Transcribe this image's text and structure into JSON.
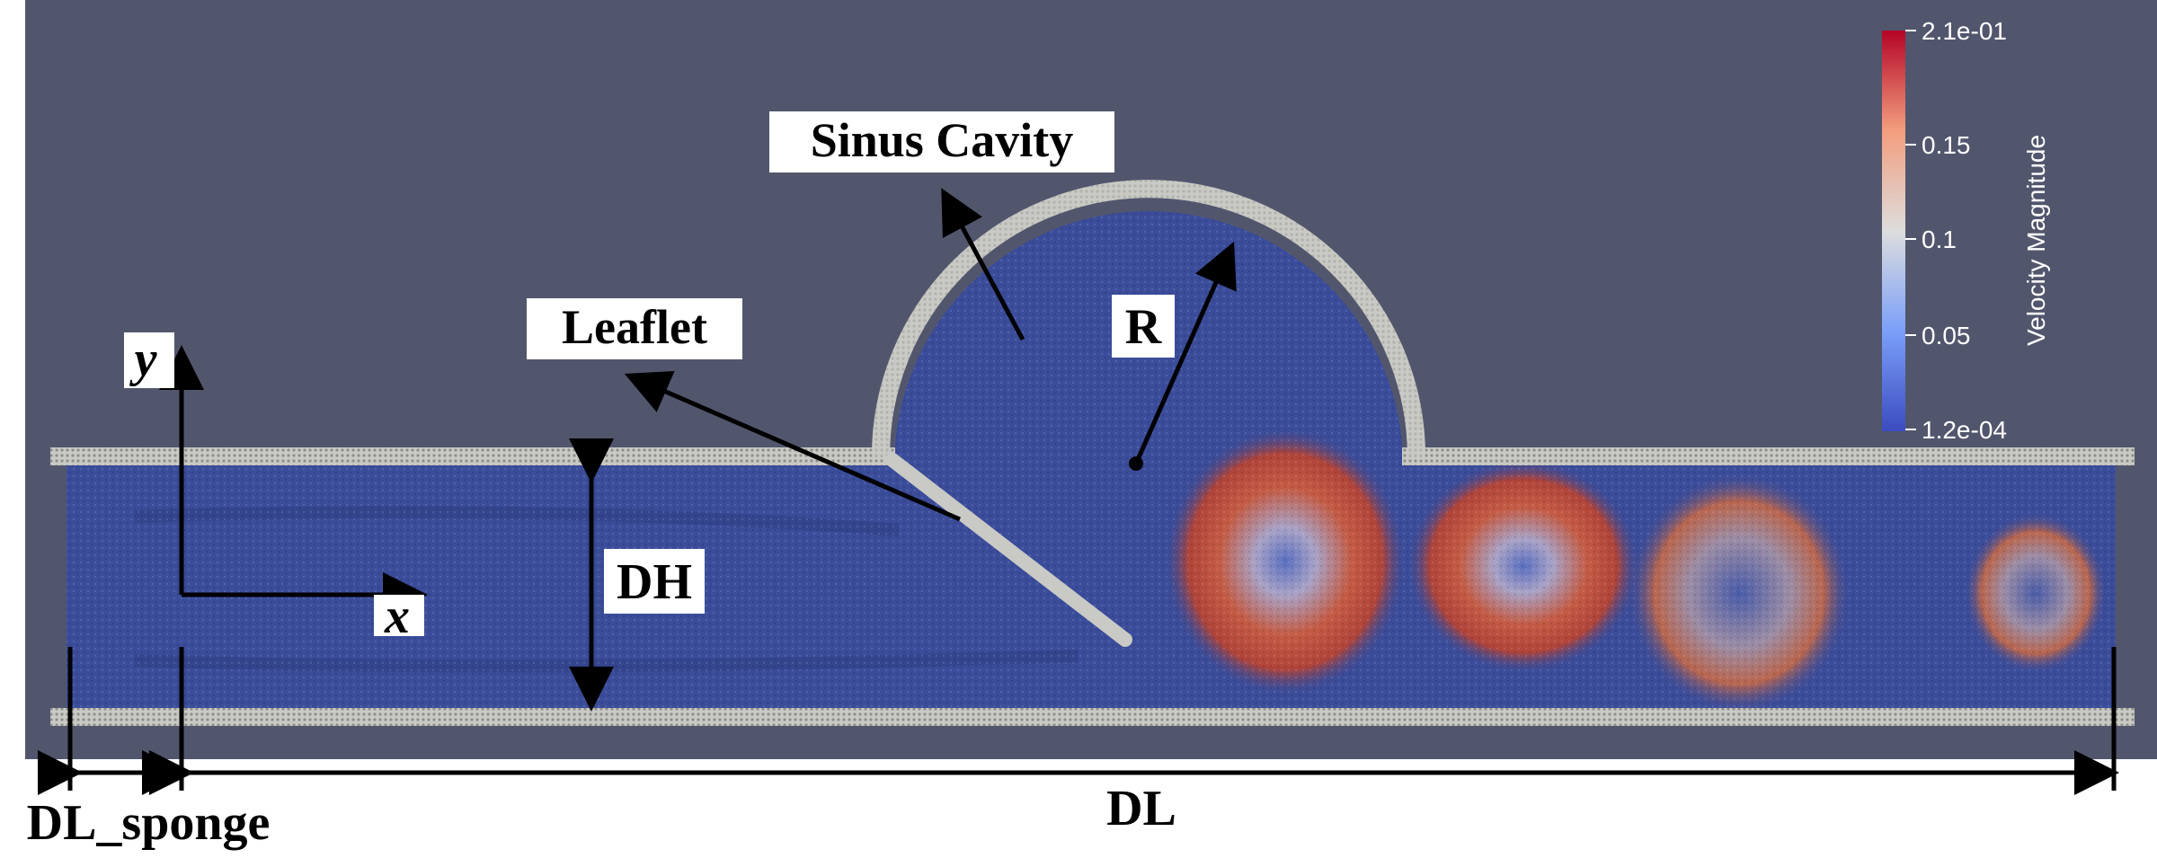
{
  "labels": {
    "sinus_cavity": "Sinus Cavity",
    "leaflet": "Leaflet",
    "radius": "R",
    "channel_height": "DH",
    "sponge_length": "DL_sponge",
    "domain_length": "DL",
    "axis_x": "x",
    "axis_y": "y"
  },
  "colorbar": {
    "title": "Velocity Magnitude",
    "max_label": "2.1e-01",
    "min_label": "1.2e-04",
    "ticks": [
      "0.15",
      "0.1",
      "0.05"
    ]
  },
  "colors": {
    "background": "#52566d",
    "fluid_low": "#3a4c9a",
    "fluid_high": "#b4362b",
    "wall": "#c9c9c5",
    "annotation": "#000000"
  }
}
